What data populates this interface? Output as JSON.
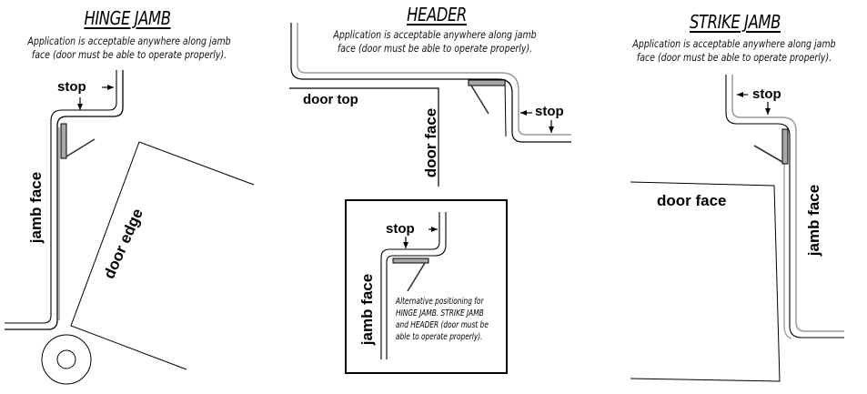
{
  "panels": {
    "hinge": {
      "title": "HINGE JAMB",
      "description_line1": "Application is acceptable anywhere along jamb",
      "description_line2": "face (door must be able to operate properly).",
      "labels": {
        "stop": "stop",
        "jamb_face": "jamb face",
        "door_edge": "door edge"
      }
    },
    "header": {
      "title": "HEADER",
      "description_line1": "Application is acceptable anywhere along jamb",
      "description_line2": "face (door must be able to operate properly).",
      "labels": {
        "stop": "stop",
        "door_top": "door top",
        "door_face": "door face"
      }
    },
    "strike": {
      "title": "STRIKE JAMB",
      "description_line1": "Application is acceptable anywhere along jamb",
      "description_line2": "face (door must be able to operate properly).",
      "labels": {
        "stop": "stop",
        "door_face": "door face",
        "jamb_face": "jamb face"
      }
    },
    "inset": {
      "labels": {
        "stop": "stop",
        "jamb_face": "jamb face"
      },
      "note_lines": [
        "Alternative positioning for",
        "HINGE JAMB. STRIKE JAMB",
        "and HEADER (door must be",
        "able to operate properly)."
      ]
    }
  },
  "colors": {
    "line": "#000000",
    "line_secondary": "#9a9a9a",
    "seal_fill": "#a8a8a8",
    "background": "#ffffff"
  },
  "icons": {
    "arrow": "arrow-icon",
    "weatherstrip": "weatherstrip-seal-icon",
    "hinge_knuckle": "hinge-knuckle-icon"
  }
}
